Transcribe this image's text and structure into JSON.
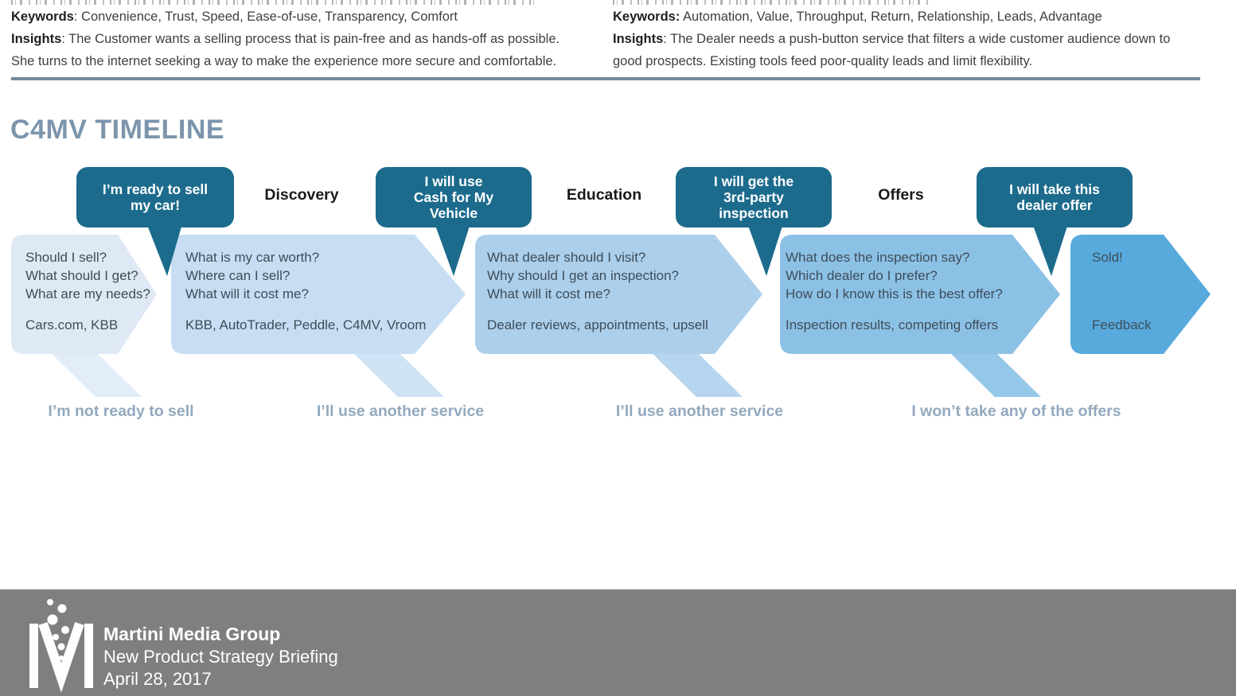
{
  "header": {
    "left": {
      "keywords_label": "Keywords",
      "keywords_text": ": Convenience, Trust, Speed, Ease-of-use, Transparency, Comfort",
      "insights_label": "Insights",
      "insights_line1": ": The Customer wants a selling process that is pain-free and as hands-off as possible.",
      "insights_line2": "She turns to the internet seeking a way to make the experience more secure and comfortable."
    },
    "right": {
      "keywords_label": "Keywords:",
      "keywords_text": " Automation, Value, Throughput, Return, Relationship, Leads, Advantage",
      "insights_label": "Insights",
      "insights_line1": ": The Dealer needs a push-button service that filters a wide customer audience down to",
      "insights_line2": "good prospects.  Existing tools feed poor-quality leads and limit flexibility."
    }
  },
  "title": "C4MV TIMELINE",
  "timeline": {
    "bubbles": [
      {
        "lines": [
          "I’m ready to sell",
          "my car!"
        ]
      },
      {
        "lines": [
          "I will use",
          "Cash for My",
          "Vehicle"
        ]
      },
      {
        "lines": [
          "I will get the",
          "3rd-party",
          "inspection"
        ]
      },
      {
        "lines": [
          "I will take this",
          "dealer offer"
        ]
      }
    ],
    "stages": [
      "Discovery",
      "Education",
      "Offers"
    ],
    "panels": [
      {
        "questions": [
          "Should I sell?",
          "What should I get?",
          "What are my needs?"
        ],
        "sources": "Cars.com, KBB"
      },
      {
        "questions": [
          "What is my car worth?",
          "Where can I sell?",
          "What will it cost me?"
        ],
        "sources": "KBB, AutoTrader, Peddle, C4MV, Vroom"
      },
      {
        "questions": [
          "What dealer should I visit?",
          "Why should I get an inspection?",
          "What will it cost me?"
        ],
        "sources": "Dealer reviews, appointments, upsell"
      },
      {
        "questions": [
          "What does the inspection say?",
          "Which dealer do I prefer?",
          "How do I know this is the best offer?"
        ],
        "sources": "Inspection results, competing offers"
      },
      {
        "questions": [
          "Sold!",
          "",
          ""
        ],
        "sources": "Feedback"
      }
    ],
    "exits": [
      "I’m not ready to sell",
      "I’ll use another service",
      "I’ll use another service",
      "I won’t take any of the offers"
    ]
  },
  "footer": {
    "company": "Martini Media Group",
    "subtitle": "New Product Strategy Briefing",
    "date": "April 28, 2017"
  },
  "colors": {
    "bubble_teal": "#1c6b8d",
    "panel_1": "#dfe9f5",
    "panel_2": "#c7ddf3",
    "panel_3": "#accfeb",
    "panel_4": "#8cc1e6",
    "panel_5": "#58aadd",
    "title_blue_gray": "#7c95ac",
    "exit_gray_blue": "#93a9be",
    "rule": "#77889c",
    "footer_gray": "#7f7f7f"
  }
}
